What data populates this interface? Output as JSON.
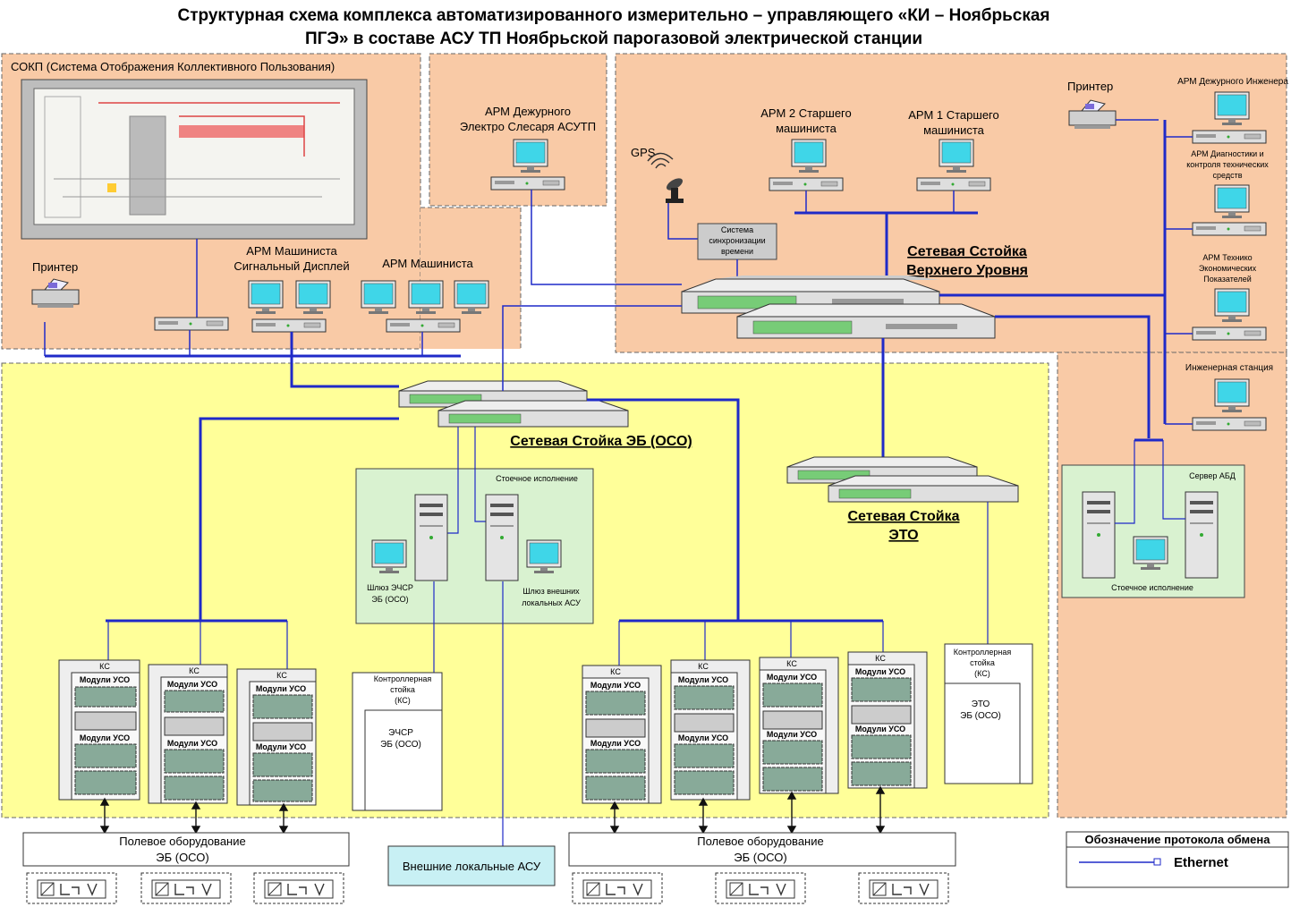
{
  "title": {
    "line1": "Структурная схема комплекса автоматизированного измерительно – управляющего «КИ – Ноябрьская",
    "line2": "ПГЭ» в составе АСУ ТП  Ноябрьской парогазовой электрической станции"
  },
  "zones": {
    "sokp": "СОКП (Система Отображения Коллективного Пользования)",
    "arm_electro_line1": "АРМ   Дежурного",
    "arm_electro_line2": "Электро Слесаря АСУТП"
  },
  "top_left": {
    "printer": "Принтер",
    "arm_signal_line1": "АРМ Машиниста",
    "arm_signal_line2": "Сигнальный Дисплей",
    "arm_operator": "АРМ Машиниста"
  },
  "top_right": {
    "gps": "GPS",
    "sync_line1": "Система",
    "sync_line2": "синхронизации",
    "sync_line3": "времени",
    "arm2_line1": "АРМ 2  Старшего",
    "arm2_line2": "машиниста",
    "arm1_line1": "АРМ 1  Старшего",
    "arm1_line2": "машиниста",
    "printer": "Принтер",
    "rack_line1": "Сетевая Сстойка",
    "rack_line2": "Верхнего Уровня"
  },
  "right_column": {
    "arm_engineer": "АРМ Дежурного Инженера",
    "arm_diag_line1": "АРМ Диагностики и",
    "arm_diag_line2": "контроля технических",
    "arm_diag_line3": "средств",
    "arm_tech_line1": "АРМ Технико",
    "arm_tech_line2": "Экономических",
    "arm_tech_line3": "Показателей",
    "eng_station": "Инженерная станция",
    "server_abd": "Сервер АБД",
    "server_exec": "Стоечное исполнение"
  },
  "middle": {
    "rack_eb": "Сетевая Стойка ЭБ (ОСО)",
    "rack_eto_line1": "Сетевая Стойка",
    "rack_eto_line2": "ЭТО",
    "rack_exec": "Стоечное исполнение",
    "gw_echsr_line1": "Шлюз ЭЧСР",
    "gw_echsr_line2": "ЭБ (ОСО)",
    "gw_ext_line1": "Шлюз внешних",
    "gw_ext_line2": "локальных АСУ"
  },
  "cabinets": {
    "ks": "КС",
    "modules": "Модули УСО",
    "ctrl_line1": "Контроллерная",
    "ctrl_line2": "стойка",
    "ctrl_line3": "(КС)",
    "echsr_line1": "ЭЧСР",
    "echsr_line2": "ЭБ (ОСО)",
    "eto_line1": "ЭТО",
    "eto_line2": "ЭБ (ОСО)"
  },
  "bottom": {
    "field_line1": "Полевое оборудование",
    "field_line2": "ЭБ (ОСО)",
    "ext_asu": "Внешние локальные АСУ"
  },
  "legend": {
    "title": "Обозначение протокола обмена",
    "ethernet": "Ethernet"
  },
  "colors": {
    "orange_zone": "#f9caa6",
    "yellow_zone": "#ffff99",
    "green_zone": "#d9f2d0",
    "link": "#1f2ac8",
    "screen": "#3fd6e8",
    "ext_box": "#c8f0f4"
  }
}
